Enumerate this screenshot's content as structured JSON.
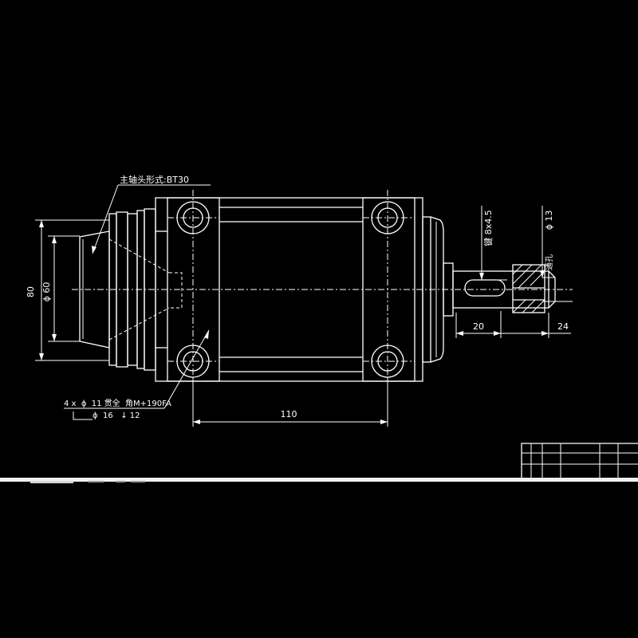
{
  "drawing": {
    "callouts": {
      "spindle_type": "主轴头形式:BT30",
      "hole_spec_line1": "4 x  ϕ  11 贯全  角M+190FA",
      "hole_spec_line2": "ϕ  16   ↓ 12",
      "keyway": "键 8x4.5",
      "shaft_dia": "ϕ 13",
      "center_hole": "通孔"
    },
    "dimensions": {
      "outer_dia": "80",
      "inner_dia": "ϕ 60",
      "bolt_span": "110",
      "shaft_len": "20",
      "shaft_end": "24"
    }
  },
  "colors": {
    "background": "#000000",
    "lines": "#ffffff"
  }
}
